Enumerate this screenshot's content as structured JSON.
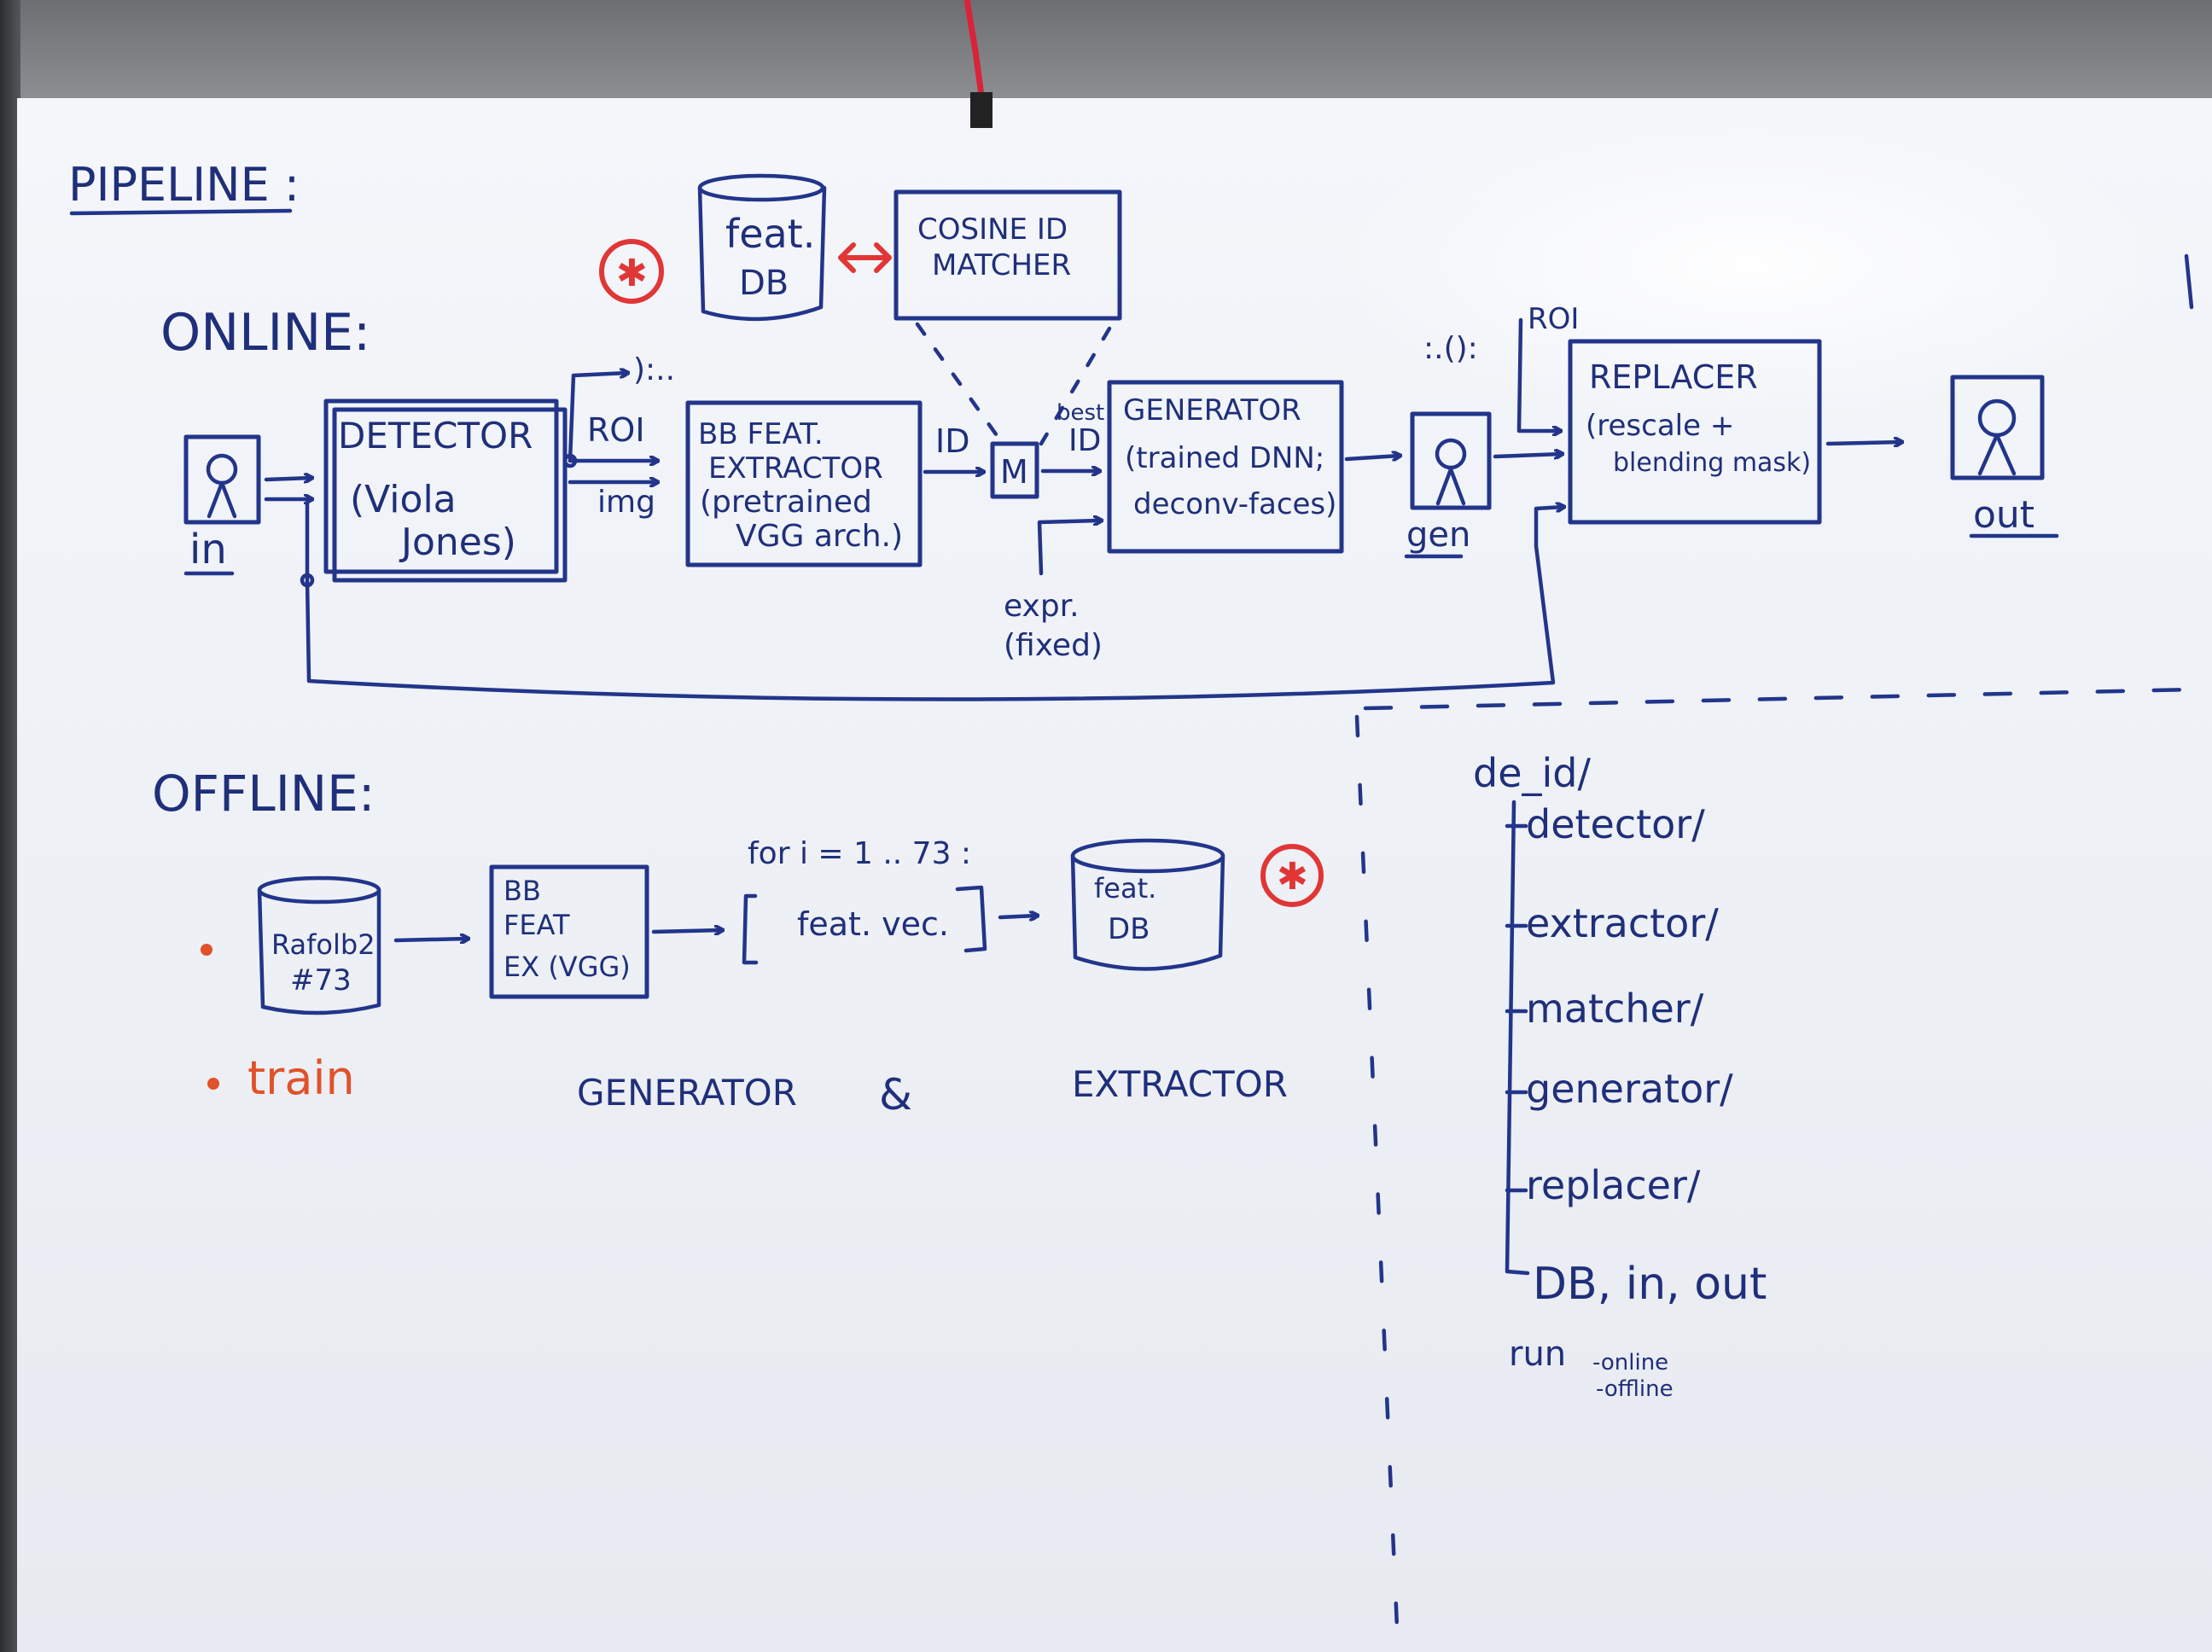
{
  "title": "PIPELINE :",
  "online": {
    "heading": "ONLINE:",
    "input_label": "in",
    "detector": {
      "title": "DETECTOR",
      "line1": "(Viola",
      "line2": "Jones)"
    },
    "roi_label": "ROI",
    "img_label": "img",
    "extractor": {
      "line1": "BB FEAT.",
      "line2": "EXTRACTOR",
      "line3": "(pretrained",
      "line4": "VGG arch.)"
    },
    "feat_db": {
      "line1": "feat.",
      "line2": "DB"
    },
    "matcher": {
      "line1": "COSINE ID",
      "line2": "MATCHER"
    },
    "id_label": "ID",
    "m_label": "M",
    "best_label": "best",
    "best_id_label": "ID",
    "generator": {
      "title": "GENERATOR",
      "line1": "(trained DNN;",
      "line2": "deconv-faces)"
    },
    "expr_label": {
      "line1": "expr.",
      "line2": "(fixed)"
    },
    "gen_label": "gen",
    "roi2_label": "ROI",
    "replacer": {
      "title": "REPLACER",
      "line1": "(rescale +",
      "line2": "blending mask)"
    },
    "output_label": "out"
  },
  "offline": {
    "heading": "OFFLINE:",
    "dataset": {
      "line1": "Rafolb2",
      "line2": "#73"
    },
    "extractor": {
      "line1": "BB",
      "line2": "FEAT",
      "line3": "EX (VGG)"
    },
    "loop_label": "for i = 1 .. 73 :",
    "vector_label": "feat. vec.",
    "db": {
      "line1": "feat.",
      "line2": "DB"
    },
    "train_label": "train",
    "train_generator": "GENERATOR",
    "train_amp": "&",
    "train_extractor": "EXTRACTOR"
  },
  "tree": {
    "root": "de_id/",
    "items": [
      "detector/",
      "extractor/",
      "matcher/",
      "generator/",
      "replacer/",
      "DB, in, out"
    ],
    "run_label": "run",
    "run_options": [
      "-online",
      "-offline"
    ]
  },
  "marker_symbol": "✱",
  "colors": {
    "ink": "#23358a",
    "red": "#e13636",
    "orange": "#e0522a",
    "board": "#eef1f6"
  }
}
